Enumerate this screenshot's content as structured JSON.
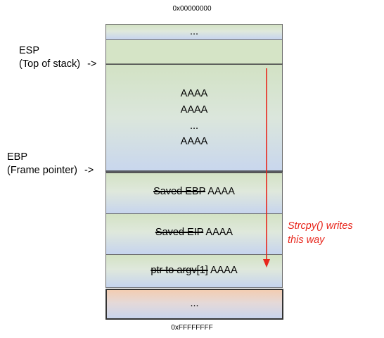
{
  "addresses": {
    "top": "0x00000000",
    "bottom": "0xFFFFFFFF"
  },
  "pointers": {
    "esp": {
      "name": "ESP",
      "description": "(Top of stack)",
      "arrow": "->"
    },
    "ebp": {
      "name": "EBP",
      "description": "(Frame pointer)",
      "arrow": "->"
    }
  },
  "stack": {
    "top_ellipsis": "...",
    "buffer_lines": [
      "AAAA",
      "AAAA",
      "...",
      "AAAA"
    ],
    "saved_ebp": {
      "original": "Saved EBP",
      "overwrite": "AAAA"
    },
    "saved_eip": {
      "original": "Saved EIP",
      "overwrite": "AAAA"
    },
    "argv_ptr": {
      "original": "ptr to argv[1]",
      "overwrite": "AAAA"
    },
    "bottom_ellipsis": "..."
  },
  "write_direction": {
    "line1": "Strcpy() writes",
    "line2": "this way",
    "color": "#e8261c"
  }
}
